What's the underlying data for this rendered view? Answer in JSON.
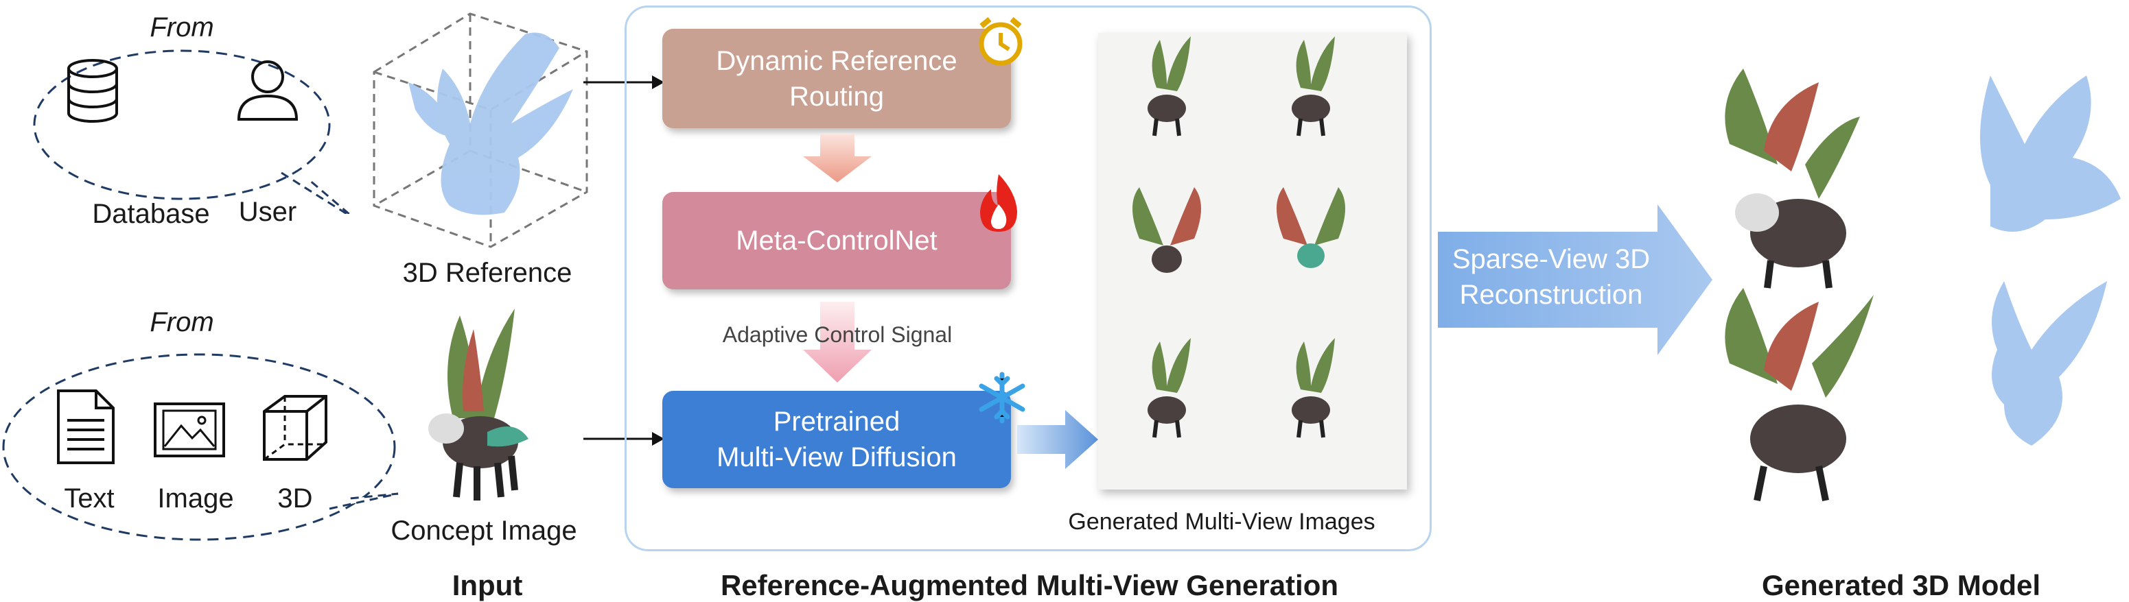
{
  "input": {
    "from_top": "From",
    "from_bottom": "From",
    "database_label": "Database",
    "user_label": "User",
    "text_label": "Text",
    "image_label": "Image",
    "three_d_label": "3D",
    "reference_caption": "3D Reference",
    "concept_caption": "Concept Image",
    "section_title": "Input"
  },
  "generation": {
    "routing_line1": "Dynamic Reference",
    "routing_line2": "Routing",
    "controlnet_label": "Meta-ControlNet",
    "signal_label": "Adaptive Control Signal",
    "diffusion_line1": "Pretrained",
    "diffusion_line2": "Multi-View Diffusion",
    "views_caption": "Generated Multi-View Images",
    "section_title": "Reference-Augmented Multi-View Generation"
  },
  "reconstruction": {
    "line1": "Sparse-View 3D",
    "line2": "Reconstruction"
  },
  "output": {
    "section_title": "Generated 3D Model"
  },
  "colors": {
    "routing_box": "#c9a192",
    "controlnet_box": "#d38a9a",
    "diffusion_box": "#3e7fd6",
    "frame_border": "#b8d4ee",
    "mesh_blue": "#a9c8ef",
    "dash": "#1f3b63"
  },
  "icons": [
    "database-icon",
    "user-icon",
    "text-doc-icon",
    "image-icon",
    "cube-icon",
    "alarm-clock-icon",
    "fire-icon",
    "snowflake-icon"
  ]
}
